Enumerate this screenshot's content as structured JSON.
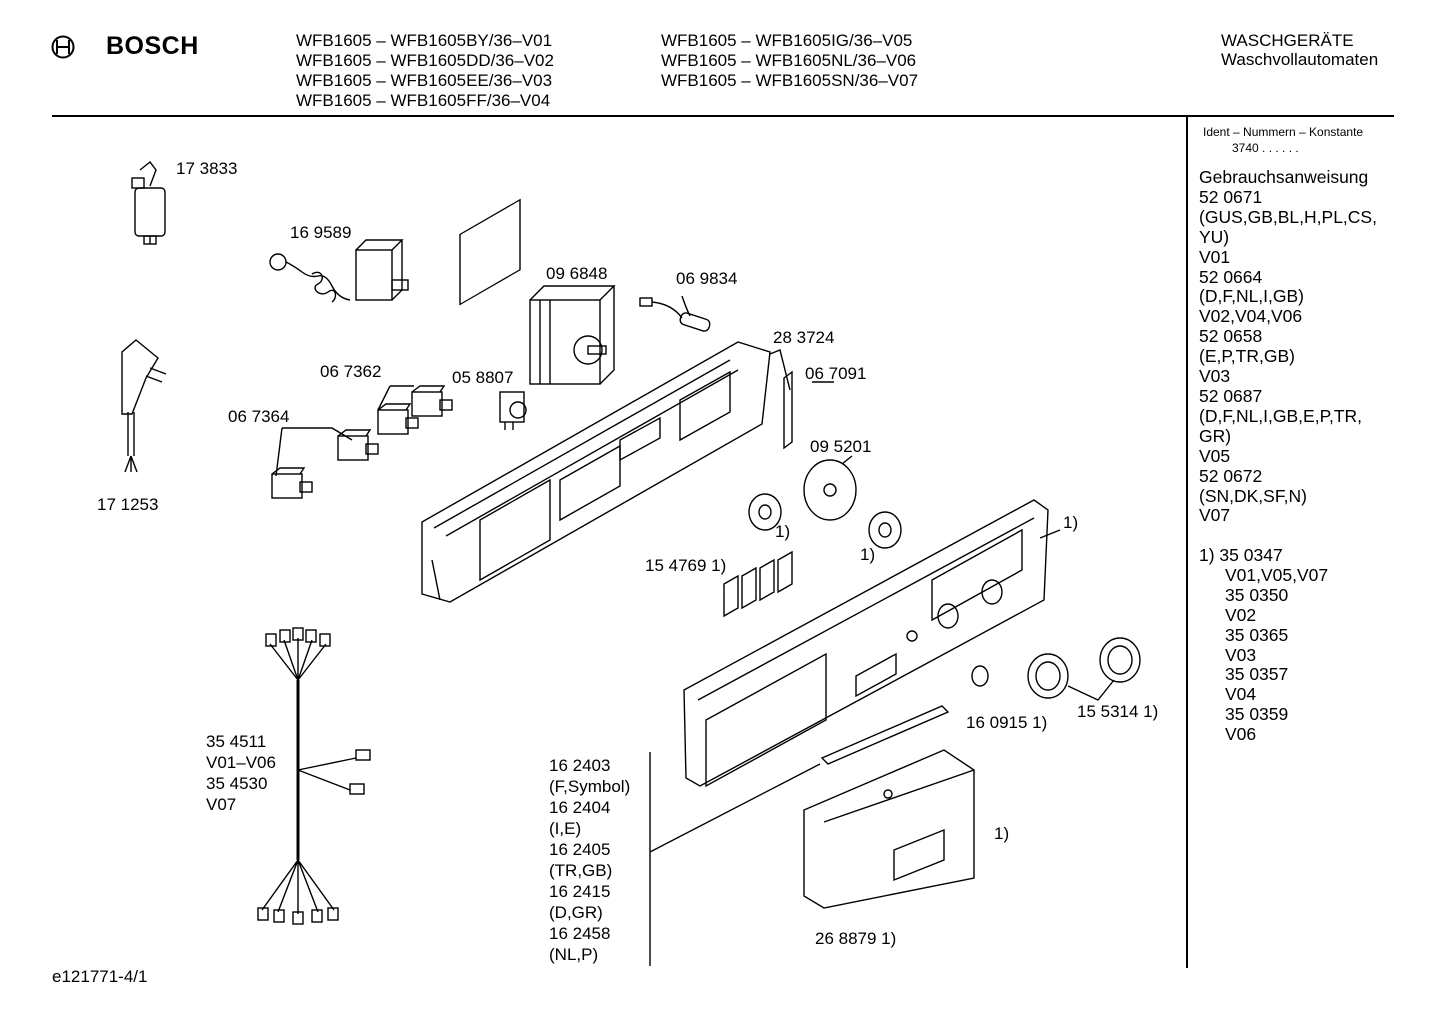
{
  "header": {
    "brand": "BOSCH",
    "logo_icon": "bosch-armature-logo-icon",
    "models_col1": [
      "WFB1605 – WFB1605BY/36–V01",
      "WFB1605 – WFB1605DD/36–V02",
      "WFB1605 – WFB1605EE/36–V03",
      "WFB1605 – WFB1605FF/36–V04"
    ],
    "models_col2": [
      "WFB1605 – WFB1605IG/36–V05",
      "WFB1605 – WFB1605NL/36–V06",
      "WFB1605 – WFB1605SN/36–V07"
    ],
    "category": [
      "WASCHGERÄTE",
      "Waschvollautomaten"
    ]
  },
  "sidebar": {
    "ident_label": "Ident – Nummern – Konstante",
    "ident_value": "3740  .  .   .  .  .  .",
    "lines": [
      "Gebrauchsanweisung",
      "52 0671",
      "(GUS,GB,BL,H,PL,CS,",
      "YU)",
      "V01",
      "52 0664",
      "(D,F,NL,I,GB)",
      "V02,V04,V06",
      "52 0658",
      "(E,P,TR,GB)",
      "V03",
      "52 0687",
      "(D,F,NL,I,GB,E,P,TR,",
      "GR)",
      "V05",
      "52 0672",
      "(SN,DK,SF,N)",
      "V07"
    ],
    "footnote_lines": [
      "1)  35 0347",
      "V01,V05,V07",
      "35 0350",
      "V02",
      "35 0365",
      "V03",
      "35 0357",
      "V04",
      "35 0359",
      "V06"
    ]
  },
  "labels": {
    "p173833": "17 3833",
    "p169589": "16 9589",
    "p096848": "09 6848",
    "p069834": "06 9834",
    "p283724": "28 3724",
    "p067091": "06 7091",
    "p067362": "06 7362",
    "p058807": "05 8807",
    "p067364": "06 7364",
    "p171253": "17 1253",
    "p095201": "09 5201",
    "fn_knob_a": "1)",
    "fn_knob_b": "1)",
    "fn_panel": "1)",
    "p154769": "15 4769 1)",
    "p160915": "16 0915 1)",
    "p155314": "15 5314 1)",
    "harness": [
      "35 4511",
      "V01–V06",
      "35 4530",
      "V07"
    ],
    "symbols": [
      "16 2403",
      "(F,Symbol)",
      "16 2404",
      "(I,E)",
      "16 2405",
      "(TR,GB)",
      "16 2415",
      "(D,GR)",
      "16 2458",
      "(NL,P)"
    ],
    "fn_drawer": "1)",
    "p268879": "26 8879 1)"
  },
  "footer": {
    "doc_id": "e121771-4/1"
  }
}
